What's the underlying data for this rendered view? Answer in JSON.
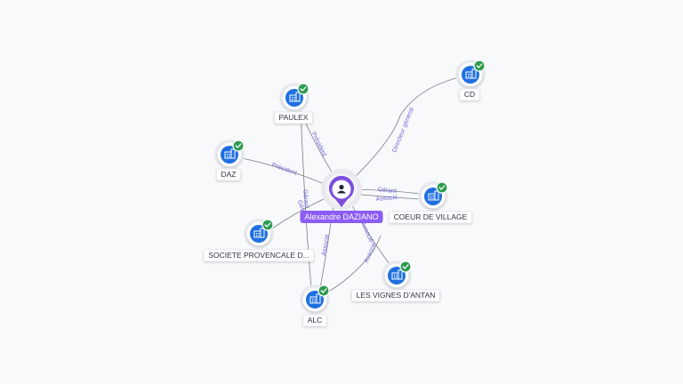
{
  "colors": {
    "company": "#1f6fe0",
    "person": "#7c4ddb",
    "check": "#2e9b4f",
    "edge": "#7a7a86",
    "edge_label": "#6f6ad8"
  },
  "center": {
    "name": "Alexandre DAZIANO",
    "icon": "person-icon"
  },
  "nodes": [
    {
      "id": "paulex",
      "label": "PAULEX",
      "icon": "building-icon",
      "verified": true
    },
    {
      "id": "cd",
      "label": "CD",
      "icon": "building-icon",
      "verified": true
    },
    {
      "id": "daz",
      "label": "DAZ",
      "icon": "building-icon",
      "verified": true
    },
    {
      "id": "coeur",
      "label": "COEUR DE VILLAGE",
      "icon": "building-icon",
      "verified": true
    },
    {
      "id": "spd",
      "label": "SOCIETE PROVENCALE D...",
      "icon": "building-icon",
      "verified": true
    },
    {
      "id": "vignes",
      "label": "LES VIGNES D'ANTAN",
      "icon": "building-icon",
      "verified": true
    },
    {
      "id": "alc",
      "label": "ALC",
      "icon": "building-icon",
      "verified": true
    }
  ],
  "edges": [
    {
      "to": "paulex",
      "label": "Président"
    },
    {
      "to": "cd",
      "label": "Directeur général"
    },
    {
      "to": "daz",
      "label": "Président"
    },
    {
      "to": "coeur",
      "label": "Gérant"
    },
    {
      "to": "coeur",
      "label": "Associé"
    },
    {
      "to": "spd",
      "label": "Gérant"
    },
    {
      "to": "alc",
      "label": "Associé"
    },
    {
      "to": "alc",
      "label": "Gérant"
    },
    {
      "to": "vignes",
      "label": "Associé"
    },
    {
      "to": "vignes",
      "label": "Associé"
    }
  ]
}
